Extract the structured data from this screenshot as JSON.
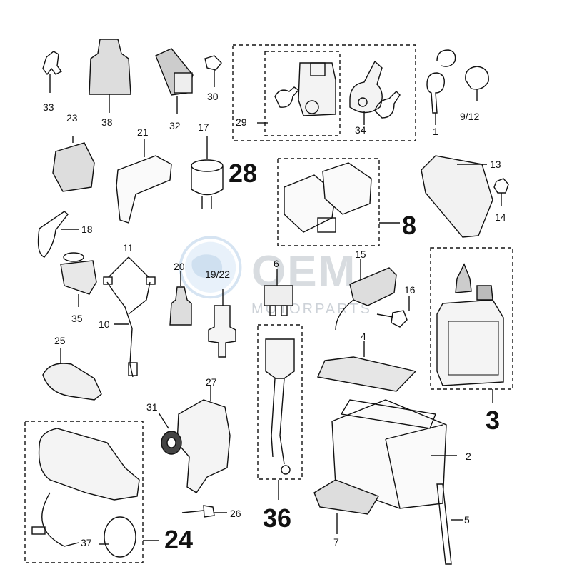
{
  "watermark": {
    "brand": "OEM",
    "sub": "MOTORPARTS"
  },
  "labels": {
    "p1": "1",
    "p2": "2",
    "p4": "4",
    "p5": "5",
    "p6": "6",
    "p7": "7",
    "p9_12": "9/12",
    "p10": "10",
    "p11": "11",
    "p13": "13",
    "p14": "14",
    "p15": "15",
    "p16": "16",
    "p17": "17",
    "p18": "18",
    "p19_22": "19/22",
    "p20": "20",
    "p21": "21",
    "p23": "23",
    "p25": "25",
    "p26": "26",
    "p27": "27",
    "p29": "29",
    "p30": "30",
    "p31": "31",
    "p32": "32",
    "p33": "33",
    "p34": "34",
    "p35": "35",
    "p37": "37",
    "p38": "38"
  },
  "groups": {
    "g3": "3",
    "g8": "8",
    "g24": "24",
    "g28": "28",
    "g36": "36"
  }
}
